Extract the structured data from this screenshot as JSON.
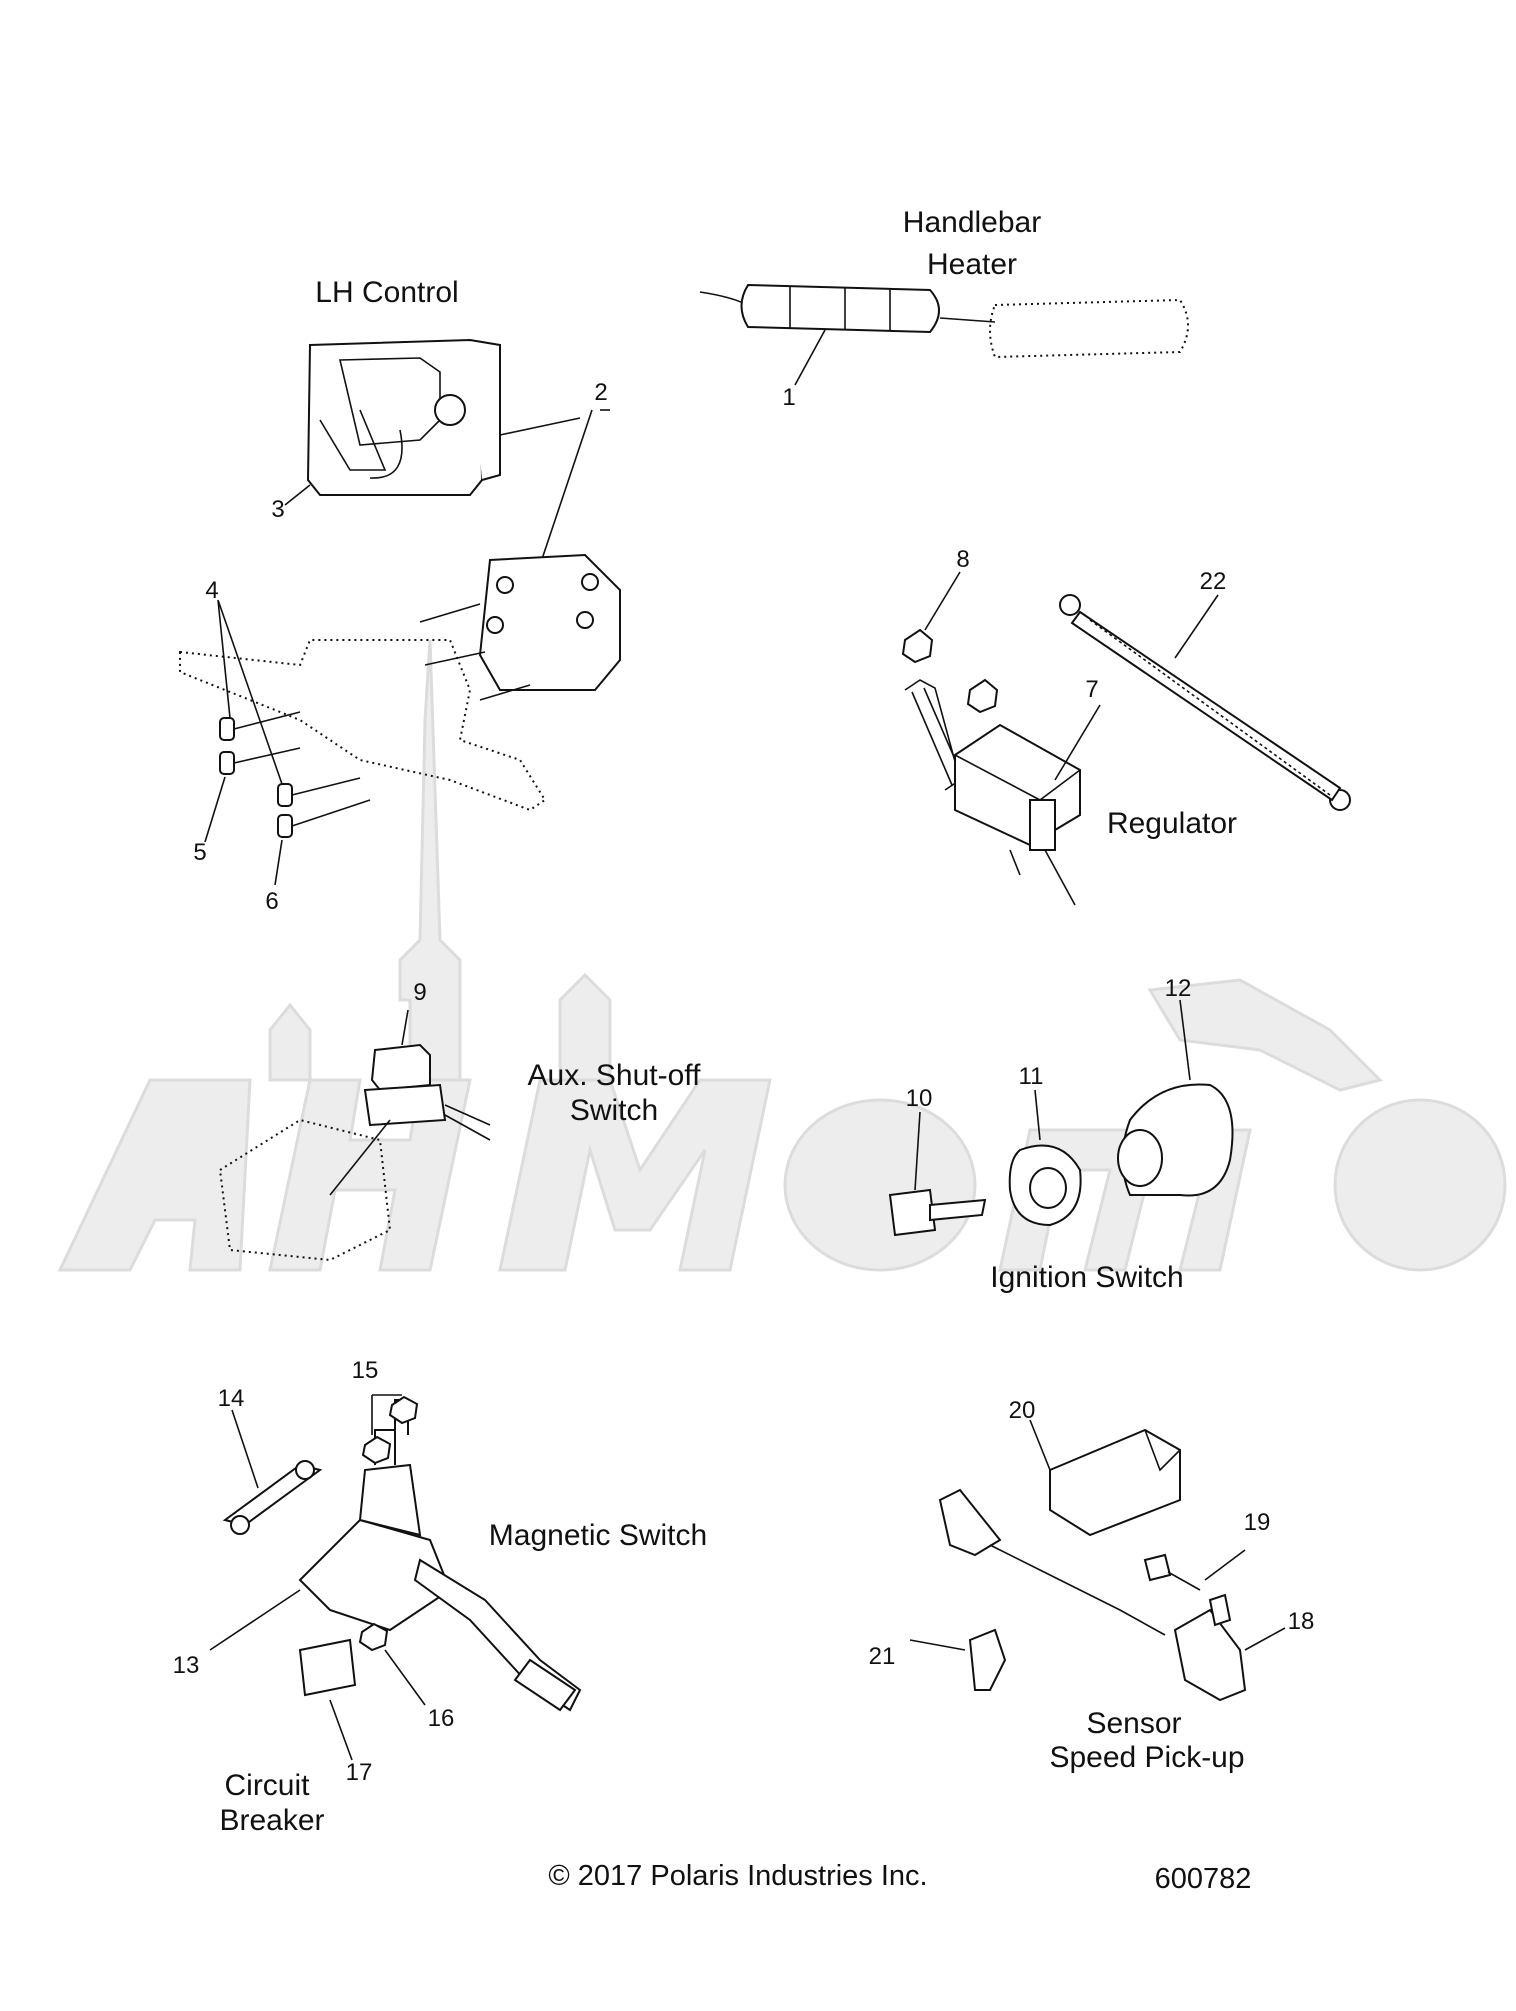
{
  "watermark": "AllMoto",
  "captions": {
    "lh_control": "LH Control",
    "handlebar_heater_1": "Handlebar",
    "handlebar_heater_2": "Heater",
    "regulator": "Regulator",
    "aux_shutoff_1": "Aux. Shut-off",
    "aux_shutoff_2": "Switch",
    "ignition_switch": "Ignition Switch",
    "magnetic_switch": "Magnetic Switch",
    "circuit_breaker_1": "Circuit",
    "circuit_breaker_2": "Breaker",
    "sensor_1": "Sensor",
    "sensor_2": "Speed Pick-up"
  },
  "callouts": {
    "c1": "1",
    "c2": "2",
    "c3": "3",
    "c4": "4",
    "c5": "5",
    "c6": "6",
    "c7": "7",
    "c8": "8",
    "c9": "9",
    "c10": "10",
    "c11": "11",
    "c12": "12",
    "c13": "13",
    "c14": "14",
    "c15": "15",
    "c16": "16",
    "c17": "17",
    "c18": "18",
    "c19": "19",
    "c20": "20",
    "c21": "21",
    "c22": "22"
  },
  "footer": {
    "copyright": "© 2017 Polaris Industries Inc.",
    "figure_number": "600782"
  }
}
